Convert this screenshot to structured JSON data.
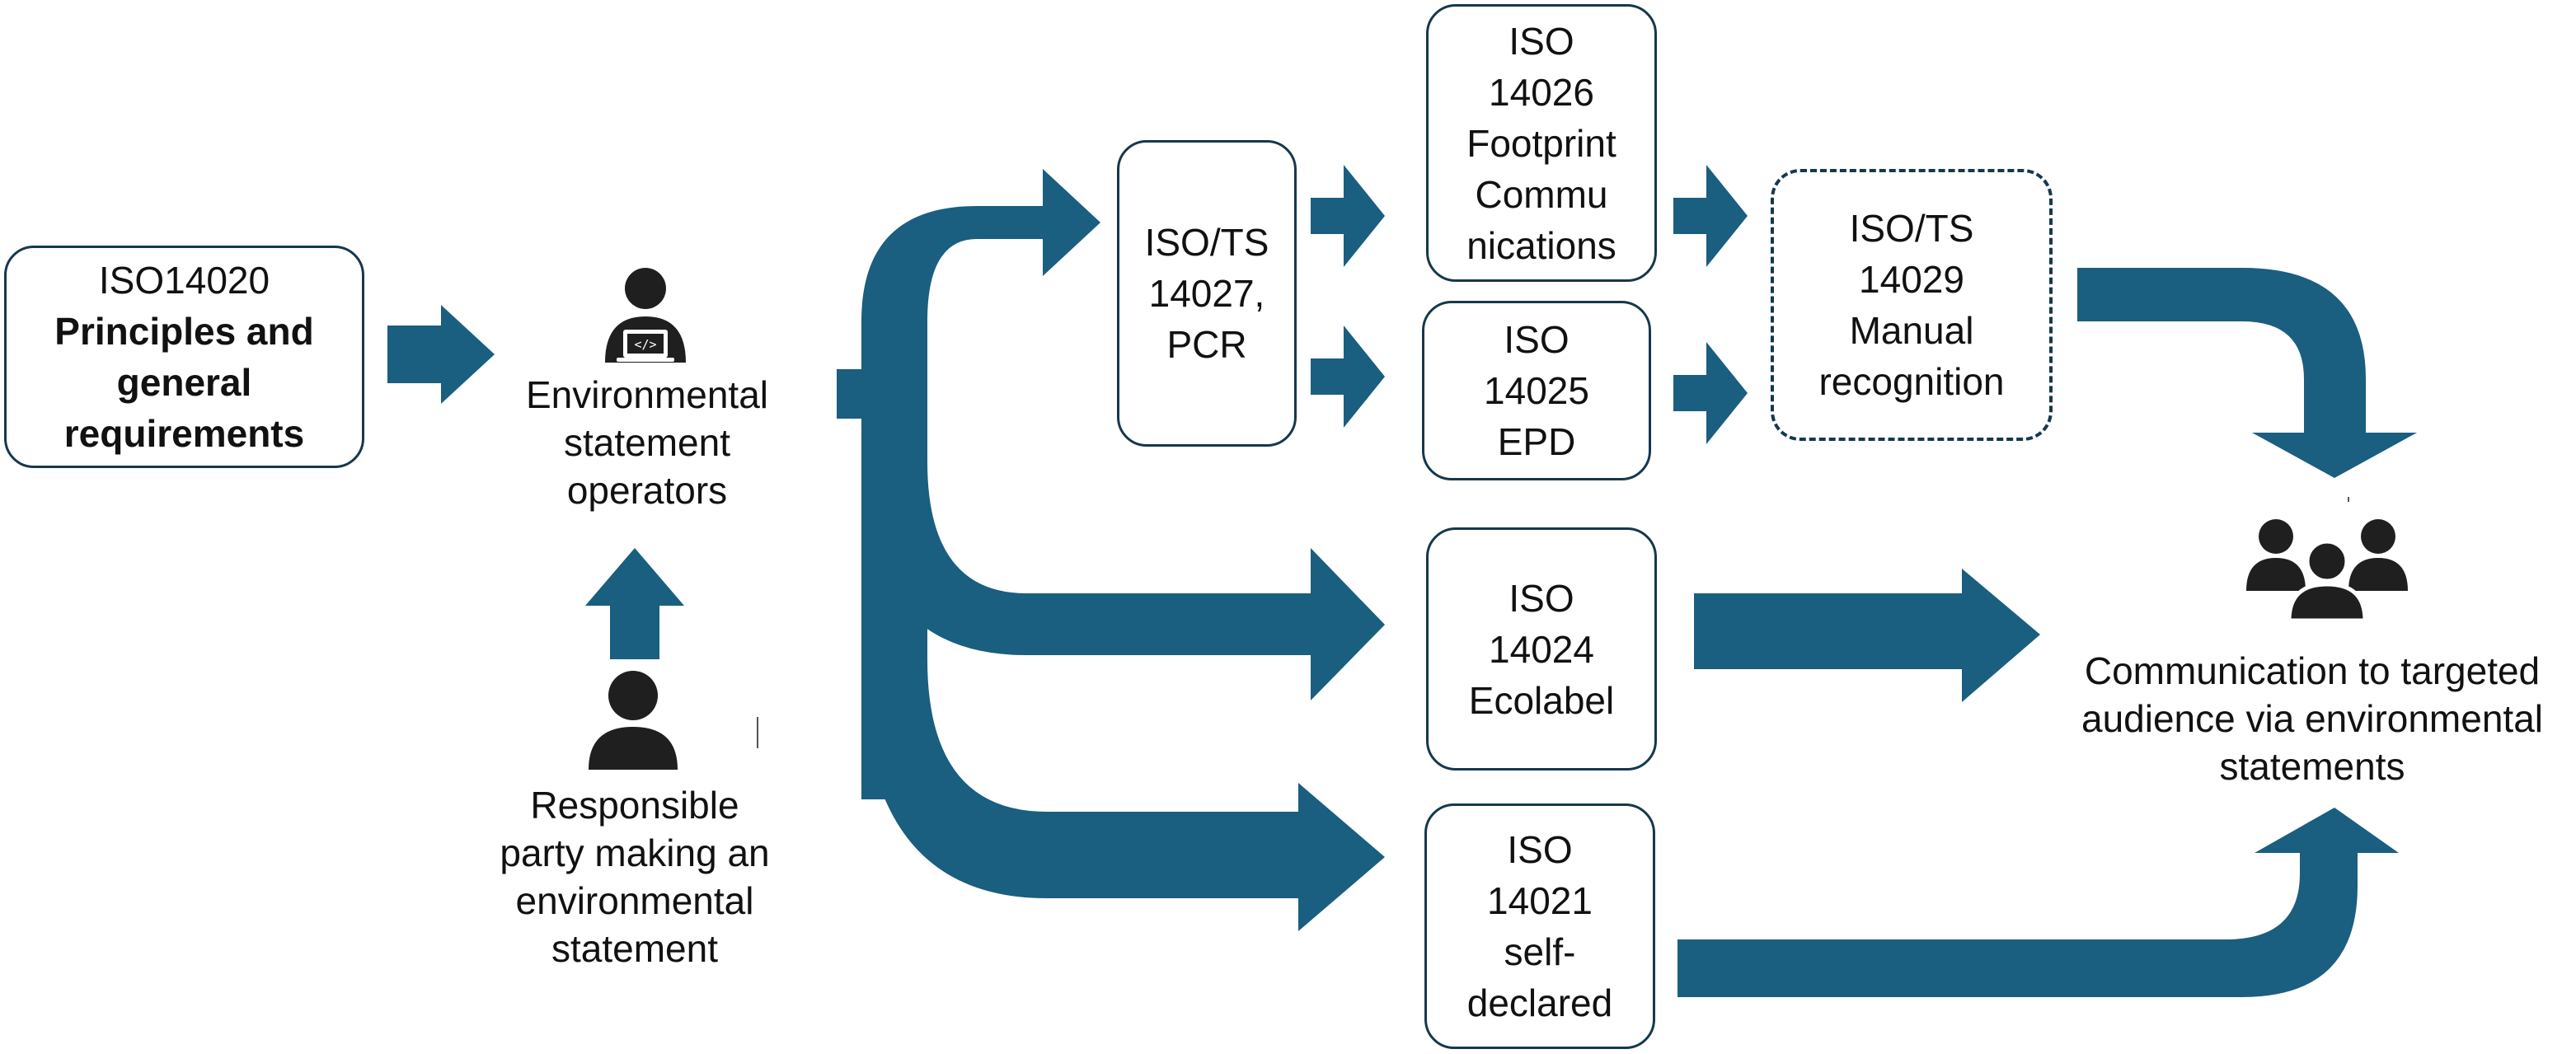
{
  "boxes": {
    "iso14020": {
      "line1": "ISO14020",
      "line2": "Principles and",
      "line3": "general",
      "line4": "requirements"
    },
    "iso14027": {
      "line1": "ISO/TS",
      "line2": "14027,",
      "line3": "PCR"
    },
    "iso14026": {
      "line1": "ISO",
      "line2": "14026",
      "line3": "Footprint",
      "line4": "Commu",
      "line5": "nications"
    },
    "iso14025": {
      "line1": "ISO",
      "line2": "14025",
      "line3": "EPD"
    },
    "iso14029": {
      "line1": "ISO/TS",
      "line2": "14029",
      "line3": "Manual",
      "line4": "recognition"
    },
    "iso14024": {
      "line1": "ISO",
      "line2": "14024",
      "line3": "Ecolabel"
    },
    "iso14021": {
      "line1": "ISO",
      "line2": "14021",
      "line3": "self-",
      "line4": "declared"
    }
  },
  "labels": {
    "operators": {
      "line1": "Environmental",
      "line2": "statement",
      "line3": "operators"
    },
    "responsible": {
      "line1": "Responsible",
      "line2": "party making an",
      "line3": "environmental",
      "line4": "statement"
    },
    "audience": {
      "line1": "Communication to targeted",
      "line2": "audience via environmental",
      "line3": "statements"
    }
  },
  "icons": {
    "operator": "person-with-laptop-icon",
    "responsible": "person-icon",
    "audience": "group-of-people-icon"
  },
  "colors": {
    "arrow": "#1a5e80",
    "box_border": "#15384d",
    "icon": "#1f1f1f"
  }
}
